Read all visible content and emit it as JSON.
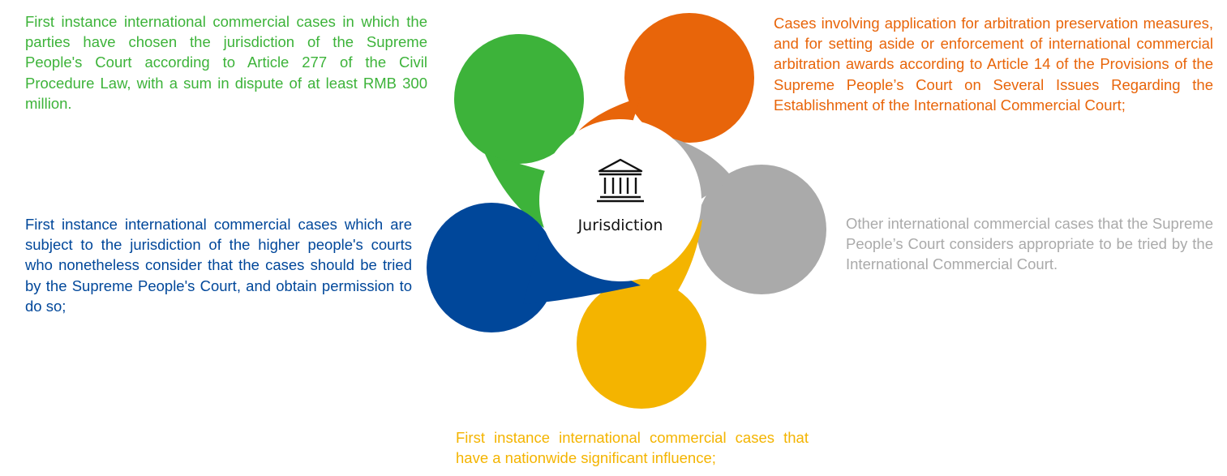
{
  "center": {
    "label": "Jurisdiction",
    "icon": "courthouse-icon"
  },
  "petals": [
    {
      "key": "green",
      "color": "#3db33a",
      "text": "First instance international commercial cases in which the parties have chosen the jurisdiction of the Supreme People's Court according to Article 277 of the Civil Procedure Law, with a sum in dispute of at least RMB 300 million."
    },
    {
      "key": "orange",
      "color": "#e8650a",
      "text": "Cases involving application for arbitration preservation measures, and for setting aside or enforcement of international commercial arbitration awards according to Article 14 of the Provisions of the Supreme People’s Court on Several Issues Regarding the Establishment of the International Commercial Court;"
    },
    {
      "key": "gray",
      "color": "#aaaaaa",
      "text": "Other international commercial cases that the Supreme People’s Court considers appropriate to be tried by the International Commercial Court."
    },
    {
      "key": "yellow",
      "color": "#f4b400",
      "text": "First instance international commercial cases that have a nationwide significant influence;"
    },
    {
      "key": "blue",
      "color": "#00479a",
      "text": "First instance international commercial cases which are subject to the jurisdiction of the higher people's courts who nonetheless consider that the cases should be tried by the Supreme People's Court, and obtain permission to do so;"
    }
  ]
}
